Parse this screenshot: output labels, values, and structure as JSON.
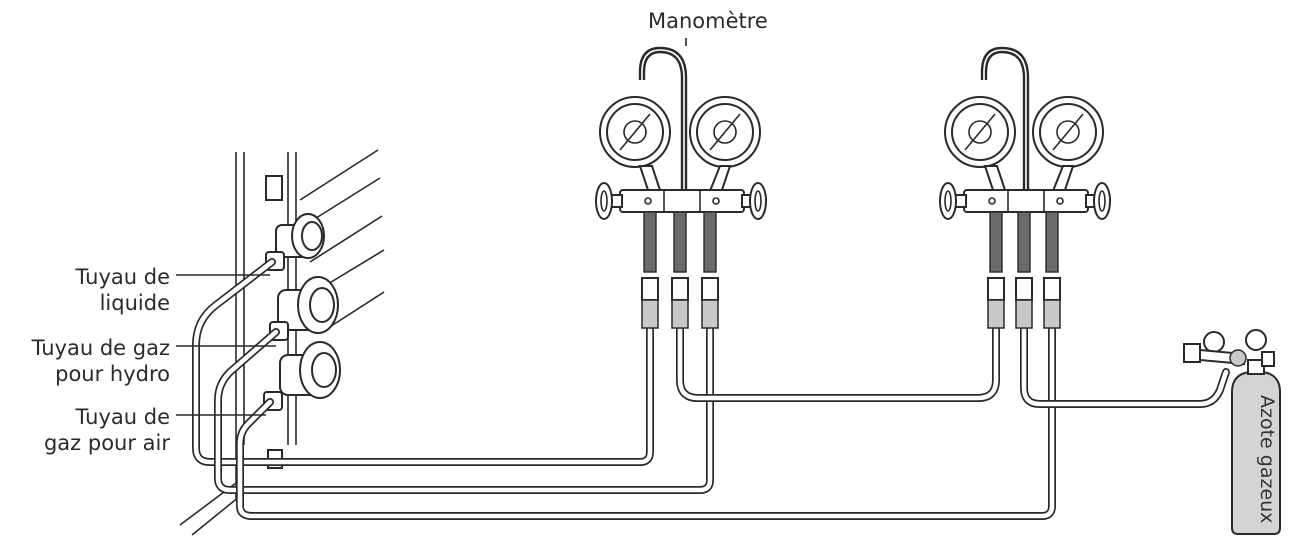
{
  "labels": {
    "manometer": "Manomètre",
    "liquid_pipe": [
      "Tuyau de",
      "liquide"
    ],
    "gas_pipe_hydro": [
      "Tuyau de gaz",
      "pour hydro"
    ],
    "gas_pipe_air": [
      "Tuyau de",
      "gaz pour air"
    ],
    "nitrogen": "Azote gazeux"
  },
  "colors": {
    "line": "#2a2a2a",
    "fill": "#ffffff",
    "shade": "#c9c9c9",
    "cylinder": "#d4d4d4"
  }
}
